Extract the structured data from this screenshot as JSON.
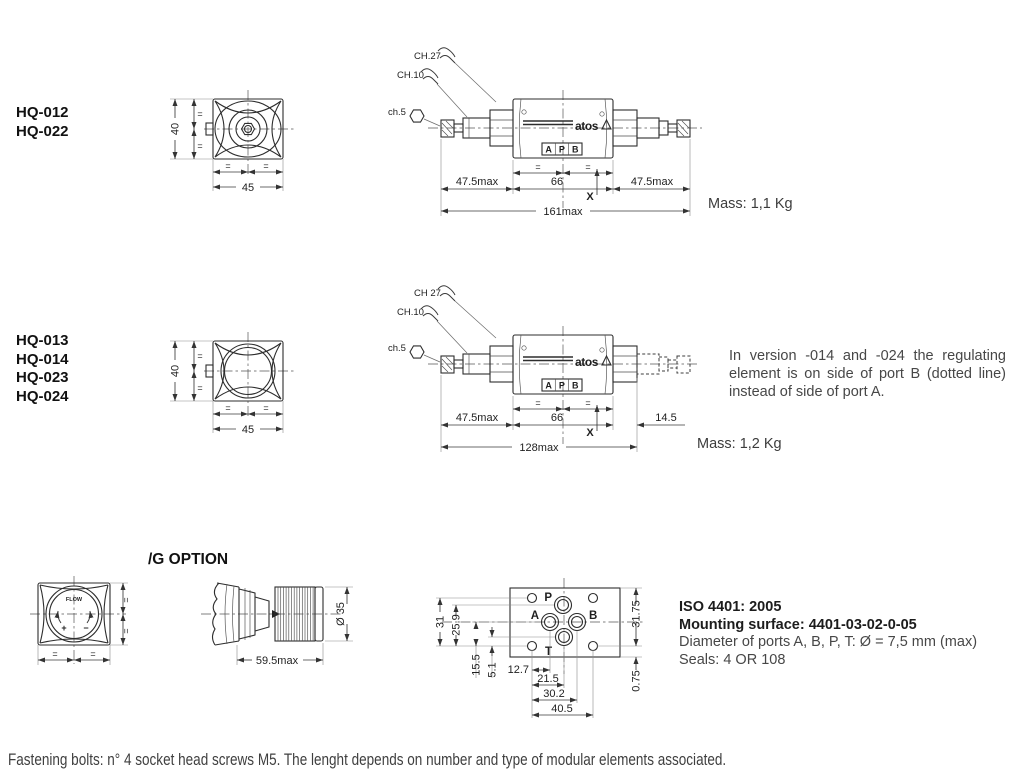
{
  "sym": {
    "eq": "="
  },
  "top": {
    "models": [
      "HQ-012",
      "HQ-022"
    ],
    "front": {
      "dim_h": "40",
      "dim_w": "45"
    },
    "side": {
      "ch27": "CH.27",
      "ch10": "CH.10",
      "ch5": "ch.5",
      "logo": "atos",
      "port_a": "A",
      "port_p": "P",
      "port_b": "B",
      "dim_left": "47.5max",
      "dim_mid": "66",
      "dim_right": "47.5max",
      "dim_total": "161max",
      "axis": "X"
    },
    "mass": "Mass: 1,1 Kg"
  },
  "mid": {
    "models": [
      "HQ-013",
      "HQ-014",
      "HQ-023",
      "HQ-024"
    ],
    "front": {
      "dim_h": "40",
      "dim_w": "45"
    },
    "side": {
      "ch27": "CH 27",
      "ch10": "CH.10",
      "ch5": "ch.5",
      "logo": "atos",
      "port_a": "A",
      "port_p": "P",
      "port_b": "B",
      "dim_left": "47.5max",
      "dim_mid": "66",
      "dim_right": "14.5",
      "dim_total": "128max",
      "axis": "X"
    },
    "note": "In version -014 and -024 the regulating element is on side of port B (dotted line) instead of side of port A.",
    "mass": "Mass: 1,2 Kg"
  },
  "g_option": {
    "title": "/G OPTION",
    "front": {
      "flow": "FLOW",
      "plus": "+",
      "minus": "−"
    },
    "side": {
      "dim_len": "59.5max",
      "dim_dia": "Ø 35"
    }
  },
  "mounting": {
    "port_p": "P",
    "port_a": "A",
    "port_b": "B",
    "port_t": "T",
    "dim_31": "31",
    "dim_259": "25.9",
    "dim_155": "15.5",
    "dim_51": "5.1",
    "dim_3175": "31.75",
    "dim_075": "0.75",
    "dim_127": "12.7",
    "dim_215": "21.5",
    "dim_302": "30.2",
    "dim_405": "40.5",
    "iso_line1": "ISO 4401: 2005",
    "iso_line2": "Mounting surface: 4401-03-02-0-05",
    "iso_line3": "Diameter of ports A, B, P, T: Ø = 7,5 mm (max)",
    "iso_line4": "Seals: 4 OR 108"
  },
  "footer": "Fastening bolts: n° 4 socket head screws M5. The lenght depends on number and type of modular elements associated."
}
